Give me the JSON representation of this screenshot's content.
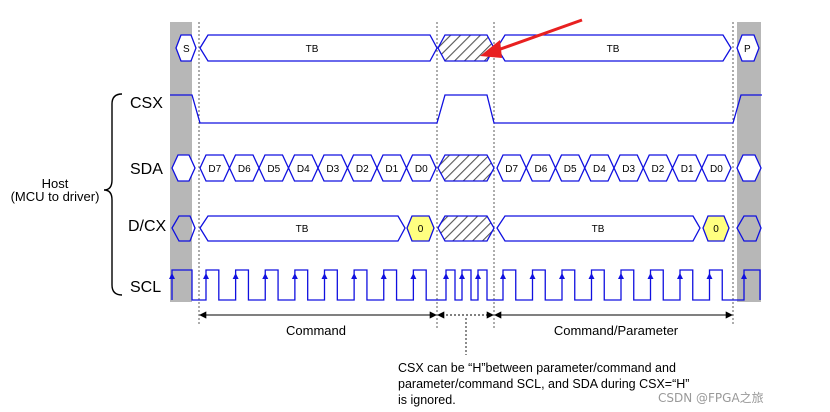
{
  "host_label": [
    "Host",
    "(MCU to driver)"
  ],
  "signals": {
    "top_row": {
      "start": "S",
      "tb1": "TB",
      "tb2": "TB",
      "stop": "P"
    },
    "csx": "CSX",
    "sda": "SDA",
    "dcx": "D/CX",
    "scl": "SCL"
  },
  "sda_bits": [
    "D7",
    "D6",
    "D5",
    "D4",
    "D3",
    "D2",
    "D1",
    "D0"
  ],
  "dcx_values": {
    "tb1": "TB",
    "zero1": "0",
    "tb2": "TB",
    "zero2": "0"
  },
  "spans": {
    "command": "Command",
    "parameter": "Command/Parameter"
  },
  "note": [
    "CSX can be “H”between parameter/command and",
    "parameter/command SCL, and SDA during CSX=“H”",
    "is ignored."
  ],
  "watermark": "CSDN @FPGA之旅",
  "colors": {
    "signal": "#1010e0",
    "gray_bar": "#b7b7b7",
    "zero_fill": "#ffff80",
    "arrow": "#e82020"
  }
}
